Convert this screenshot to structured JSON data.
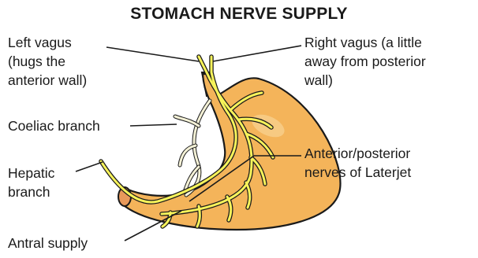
{
  "title": "STOMACH NERVE SUPPLY",
  "labels": {
    "left_vagus": [
      "Left vagus",
      "(hugs the",
      "anterior wall)"
    ],
    "right_vagus": [
      "Right vagus (a little",
      "away from posterior",
      "wall)"
    ],
    "coeliac_branch": [
      "Coeliac branch"
    ],
    "anterior_posterior": [
      "Anterior/posterior",
      "nerves of Laterjet"
    ],
    "hepatic_branch": [
      "Hepatic",
      "branch"
    ],
    "antral_supply": [
      "Antral supply"
    ]
  },
  "colors": {
    "stomach_fill": "#F4B45A",
    "stomach_outline": "#1a1a1a",
    "nerve": "#F7F35A",
    "coeliac_nerve": "#F4F1D6",
    "text": "#1a1a1a"
  }
}
